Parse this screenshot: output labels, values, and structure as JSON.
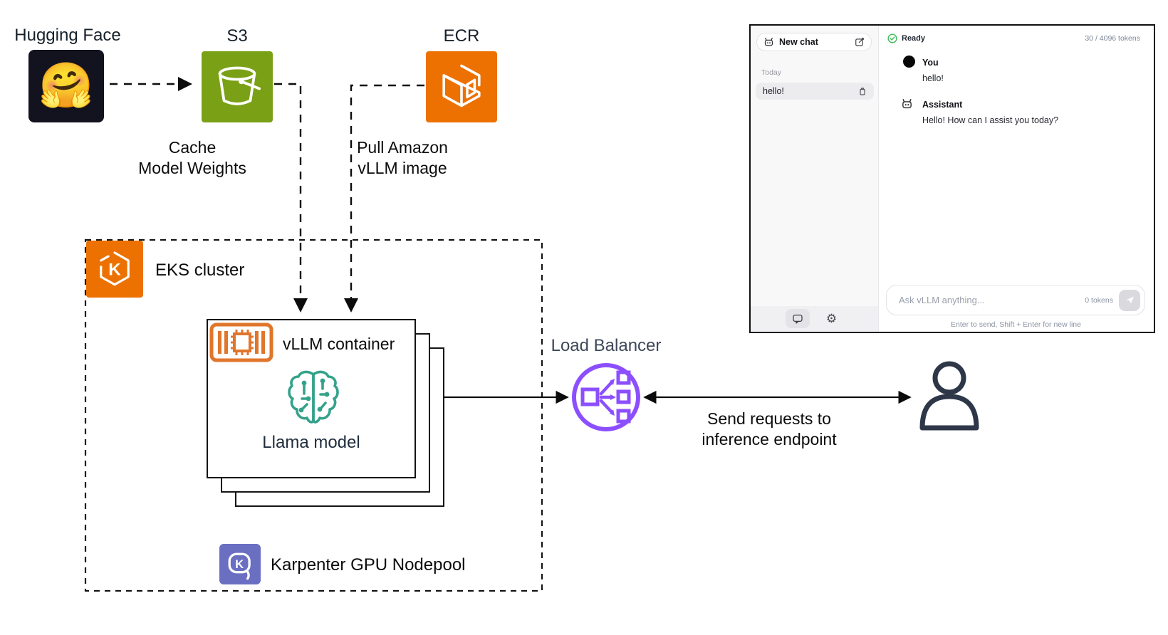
{
  "diagram": {
    "hugging_face": {
      "label": "Hugging Face",
      "emoji": "🤗"
    },
    "s3": {
      "label": "S3",
      "caption": "Cache\nModel Weights",
      "color": "#7AA116"
    },
    "ecr": {
      "label": "ECR",
      "caption": "Pull Amazon\nvLLM image",
      "color": "#ED7100"
    },
    "eks": {
      "label": "EKS cluster",
      "icon_letter": "K",
      "color": "#ED7100"
    },
    "vllm_container": {
      "label": "vLLM container"
    },
    "llama_model": {
      "label": "Llama model",
      "color": "#34A28A"
    },
    "karpenter": {
      "label": "Karpenter GPU Nodepool",
      "icon_letter": "K",
      "color": "#6A6FC2"
    },
    "load_balancer": {
      "label": "Load Balancer",
      "color": "#8C4FFF"
    },
    "request_caption": "Send requests to\ninference endpoint"
  },
  "chat": {
    "sidebar": {
      "new_chat_label": "New chat",
      "section_label": "Today",
      "items": [
        {
          "title": "hello!"
        }
      ]
    },
    "header": {
      "status": "Ready",
      "token_usage": "30 / 4096 tokens"
    },
    "messages": [
      {
        "role": "You",
        "text": "hello!"
      },
      {
        "role": "Assistant",
        "text": "Hello! How can I assist you today?"
      }
    ],
    "composer": {
      "placeholder": "Ask vLLM anything...",
      "token_count": "0 tokens",
      "hint": "Enter to send, Shift + Enter for new line"
    }
  }
}
